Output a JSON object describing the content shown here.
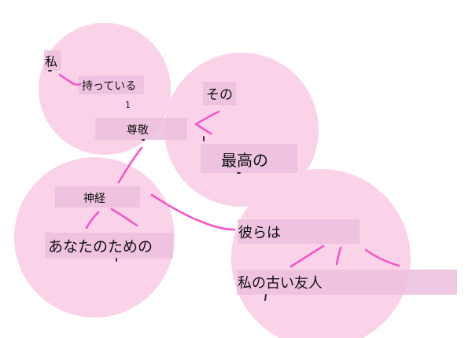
{
  "nodes": {
    "watashi": {
      "text": "私"
    },
    "motteiru": {
      "text": "持っている"
    },
    "marker": {
      "text": "1"
    },
    "sonkei": {
      "text": "尊敬"
    },
    "sono": {
      "text": "その"
    },
    "saikou": {
      "text": "最高の"
    },
    "shinkei": {
      "text": "神経"
    },
    "anata": {
      "text": "あなたのための"
    },
    "karera": {
      "text": "彼らは"
    },
    "yuujin": {
      "text": "私の古い友人"
    }
  },
  "colors": {
    "bubble": "#fbd3e9",
    "label_background": "#ecc0de",
    "connector": "#f257c7",
    "text": "#111111"
  }
}
